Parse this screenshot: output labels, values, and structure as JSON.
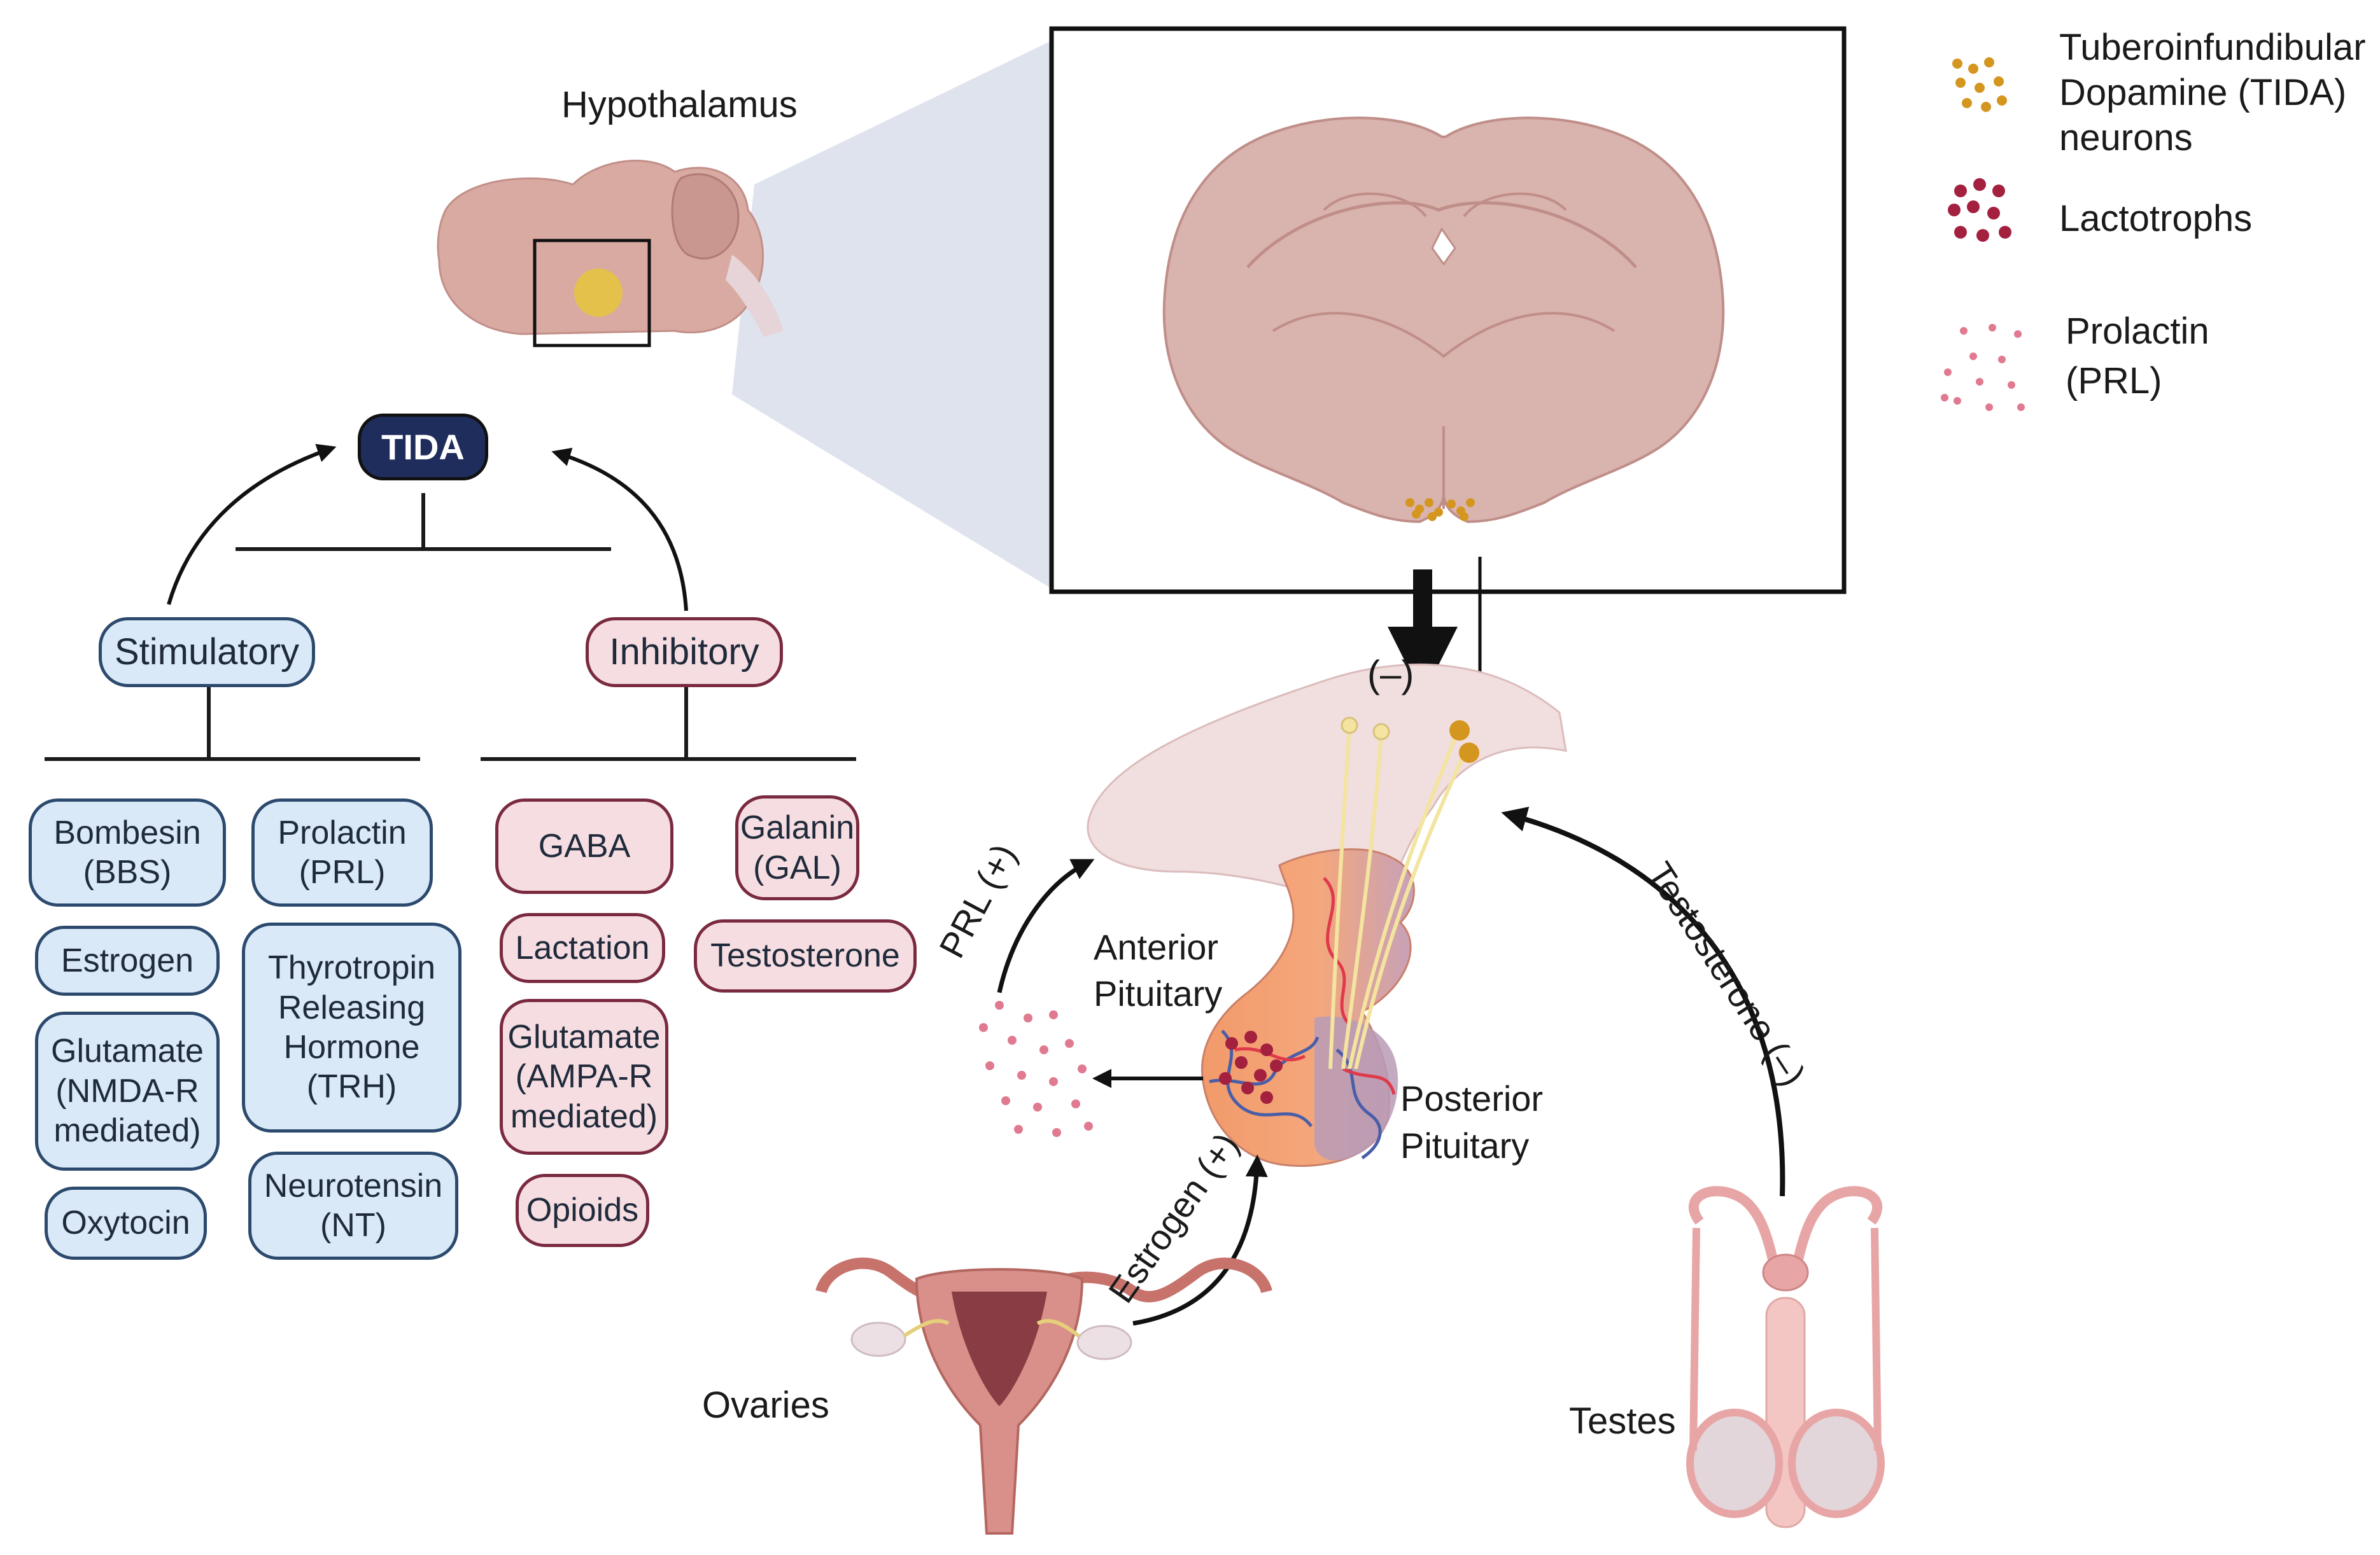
{
  "hypothalamus_label": "Hypothalamus",
  "tida_label": "TIDA",
  "stimulatory": {
    "header": "Stimulatory",
    "items": [
      "Bombesin\n(BBS)",
      "Prolactin\n(PRL)",
      "Estrogen",
      "Thyrotropin\nReleasing\nHormone\n(TRH)",
      "Glutamate\n(NMDA-R\nmediated)",
      "Oxytocin",
      "Neurotensin\n(NT)"
    ]
  },
  "inhibitory": {
    "header": "Inhibitory",
    "items": [
      "GABA",
      "Galanin\n(GAL)",
      "Lactation",
      "Testosterone",
      "Glutamate\n(AMPA-R\nmediated)",
      "Opioids"
    ]
  },
  "legend": [
    {
      "label": "Tuberoinfundibular\nDopamine (TIDA)\nneurons",
      "color": "#d4961e"
    },
    {
      "label": "Lactotrophs",
      "color": "#a3203f"
    },
    {
      "label": "Prolactin\n(PRL)",
      "color": "#e07a90"
    }
  ],
  "pituitary": {
    "negative_sign": "(–)",
    "anterior": "Anterior\nPituitary",
    "posterior": "Posterior\nPituitary",
    "prl_arrow": "PRL (+)",
    "estrogen_arrow": "Estrogen (+)",
    "testosterone_arrow": "Testosterone (–)"
  },
  "ovaries_label": "Ovaries",
  "testes_label": "Testes",
  "colors": {
    "blue_fill": "#d9e9f7",
    "blue_border": "#2c4a6e",
    "red_fill": "#f6dde2",
    "red_border": "#7a2a3f",
    "tida_fill": "#1f2d5c",
    "brain": "#d9aaa2",
    "zoom": "#dfe3ee"
  }
}
